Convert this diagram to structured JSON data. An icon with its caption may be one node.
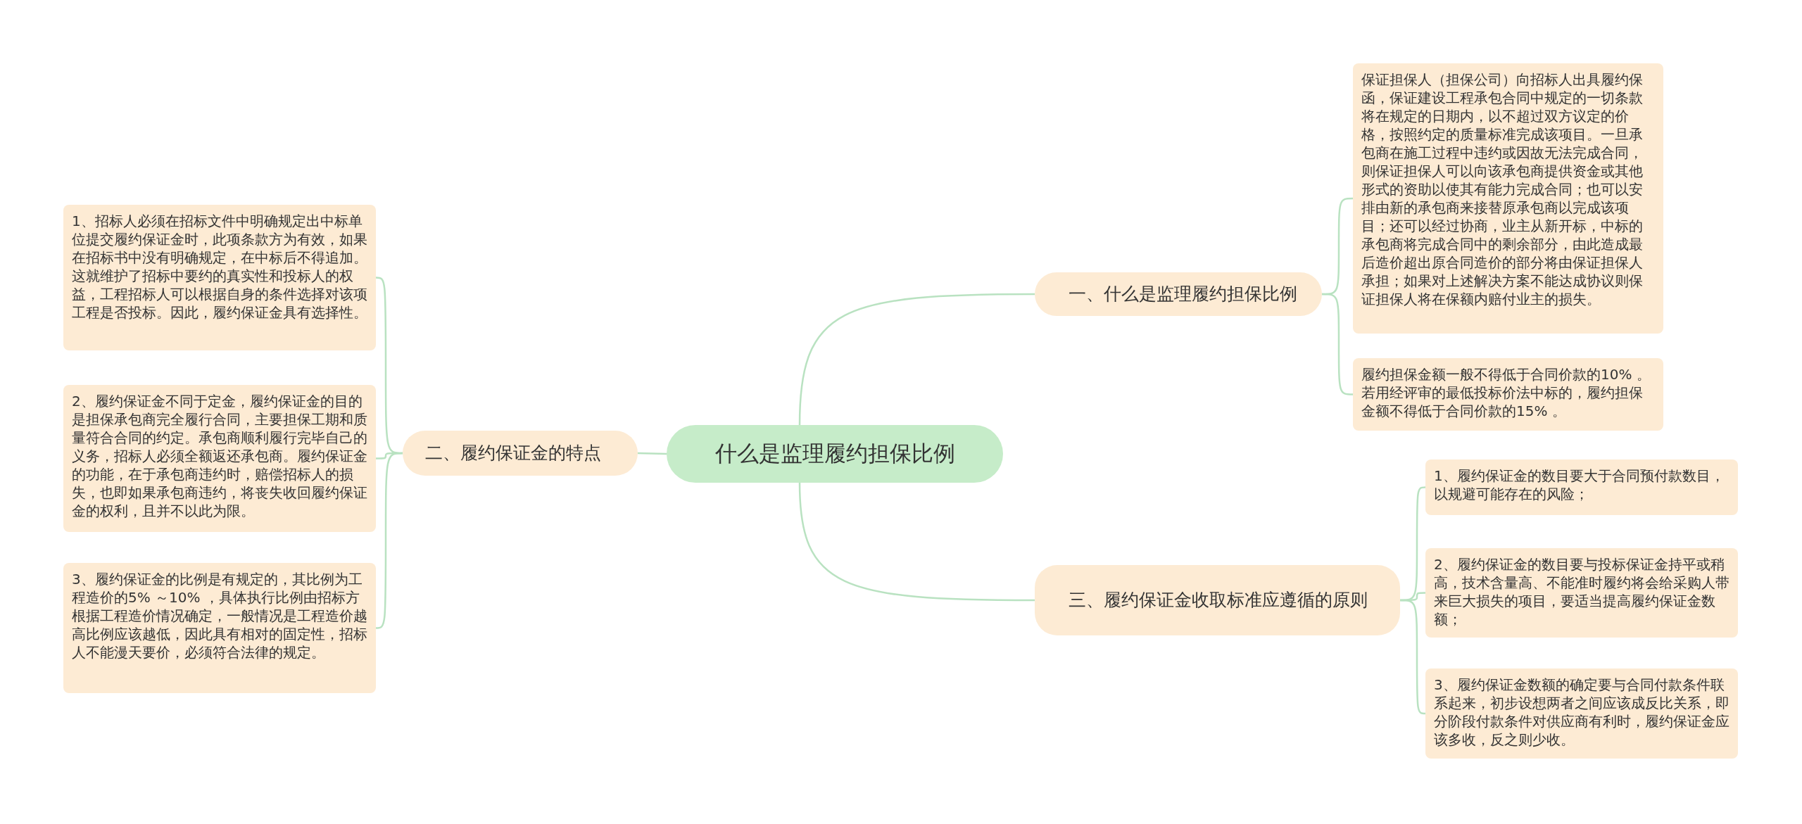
{
  "diagram": {
    "nodes": [
      {
        "text": [
          "什么是监理履约担保比例"
        ]
      },
      {
        "text": [
          "一、什么是监理履约担保比例"
        ]
      },
      {
        "text": [
          "保证担保人（担保公司）向招标人出具履约保函，保证建设工程承包合同中规定的一切条款将在规定的日期内，以不超过双方议定的价格，按照约定的质量标准完成该项目。一旦承包商在施工过程中违约或因故无法完成合同，则保证担保人可以向该承包商提供资金或其他形式的资助以使其有能力完成合同；也可以安排由新的承包商来接替原承包商以完成该项目；还可以经过协商，业主从新开标，中标的承包商将完成合同中的剩余部分，由此造成最后造价超出原合同造价的部分将由保证担保人承担；如果对上述解决方案不能达成协议则保证担保人将在保额内赔付业主的损失。"
        ]
      },
      {
        "text": [
          "履约担保金额一般不得低于合同价款的10% 。若用经评审的最低投标价法中标的，履约担保金额不得低于合同价款的15% 。"
        ]
      },
      {
        "text": [
          "二、履约保证金的特点"
        ]
      },
      {
        "text": [
          "1、招标人必须在招标文件中明确规定出中标单位提交履约保证金时，此项条款方为有效，如果在招标书中没有明确规定，在中标后不得追加。这就维护了招标中要约的真实性和投标人的权益，工程招标人可以根据自身的条件选择对该项工程是否投标。因此，履约保证金具有选择性。"
        ]
      },
      {
        "text": [
          "2、履约保证金不同于定金，履约保证金的目的是担保承包商完全履行合同，主要担保工期和质量符合合同的约定。承包商顺利履行完毕自己的义务，招标人必须全额返还承包商。履约保证金的功能，在于承包商违约时，赔偿招标人的损失，也即如果承包商违约，将丧失收回履约保证金的权利，且并不以此为限。"
        ]
      },
      {
        "text": [
          "3、履约保证金的比例是有规定的，其比例为工程造价的5% ～10% ，具体执行比例由招标方根据工程造价情况确定，一般情况是工程造价越高比例应该越低，因此具有相对的固定性，招标人不能漫天要价，必须符合法律的规定。"
        ]
      },
      {
        "text": [
          "三、履约保证金收取标准应遵循的原则"
        ]
      },
      {
        "text": [
          "1、履约保证金的数目要大于合同预付款数目，以规避可能存在的风险；"
        ]
      },
      {
        "text": [
          "2、履约保证金的数目要与投标保证金持平或稍高，技术含量高、不能准时履约将会给采购人带来巨大损失的项目，要适当提高履约保证金数额；"
        ]
      },
      {
        "text": [
          "3、履约保证金数额的确定要与合同付款条件联系起来，初步设想两者之间应该成反比关系，即分阶段付款条件对供应商有利时，履约保证金应该多收，反之则少收。"
        ]
      }
    ],
    "edges": [
      {
        "from": 0,
        "to": 1,
        "arrow": "none"
      },
      {
        "from": 1,
        "to": 2,
        "arrow": "none"
      },
      {
        "from": 1,
        "to": 3,
        "arrow": "none"
      },
      {
        "from": 0,
        "to": 4,
        "arrow": "none"
      },
      {
        "from": 4,
        "to": 5,
        "arrow": "none"
      },
      {
        "from": 4,
        "to": 6,
        "arrow": "none"
      },
      {
        "from": 4,
        "to": 7,
        "arrow": "none"
      },
      {
        "from": 0,
        "to": 8,
        "arrow": "none"
      },
      {
        "from": 8,
        "to": 9,
        "arrow": "none"
      },
      {
        "from": 8,
        "to": 10,
        "arrow": "none"
      },
      {
        "from": 8,
        "to": 11,
        "arrow": "none"
      }
    ]
  }
}
